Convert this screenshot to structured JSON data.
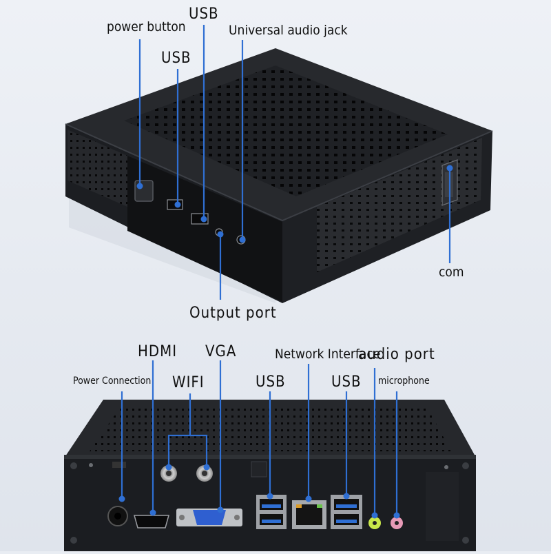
{
  "top_view": {
    "labels": {
      "power_button": "power button",
      "usb_1": "USB",
      "usb_2": "USB",
      "universal_audio_jack": "Universal audio jack",
      "com": "com",
      "output_port": "Output port"
    }
  },
  "bottom_view": {
    "labels": {
      "power_connection": "Power Connection",
      "hdmi": "HDMI",
      "vga": "VGA",
      "wifi": "WIFI",
      "network_interface": "Network Interface",
      "audio_port": "audio port",
      "usb_1": "USB",
      "usb_2": "USB",
      "microphone": "microphone"
    }
  },
  "colors": {
    "callout": "#2f6fd3",
    "case": "#1b1d21",
    "vga": "#2f5fd0",
    "usb3": "#2f6fd3",
    "audio_green": "#c9e84a",
    "audio_pink": "#e79ab7"
  }
}
